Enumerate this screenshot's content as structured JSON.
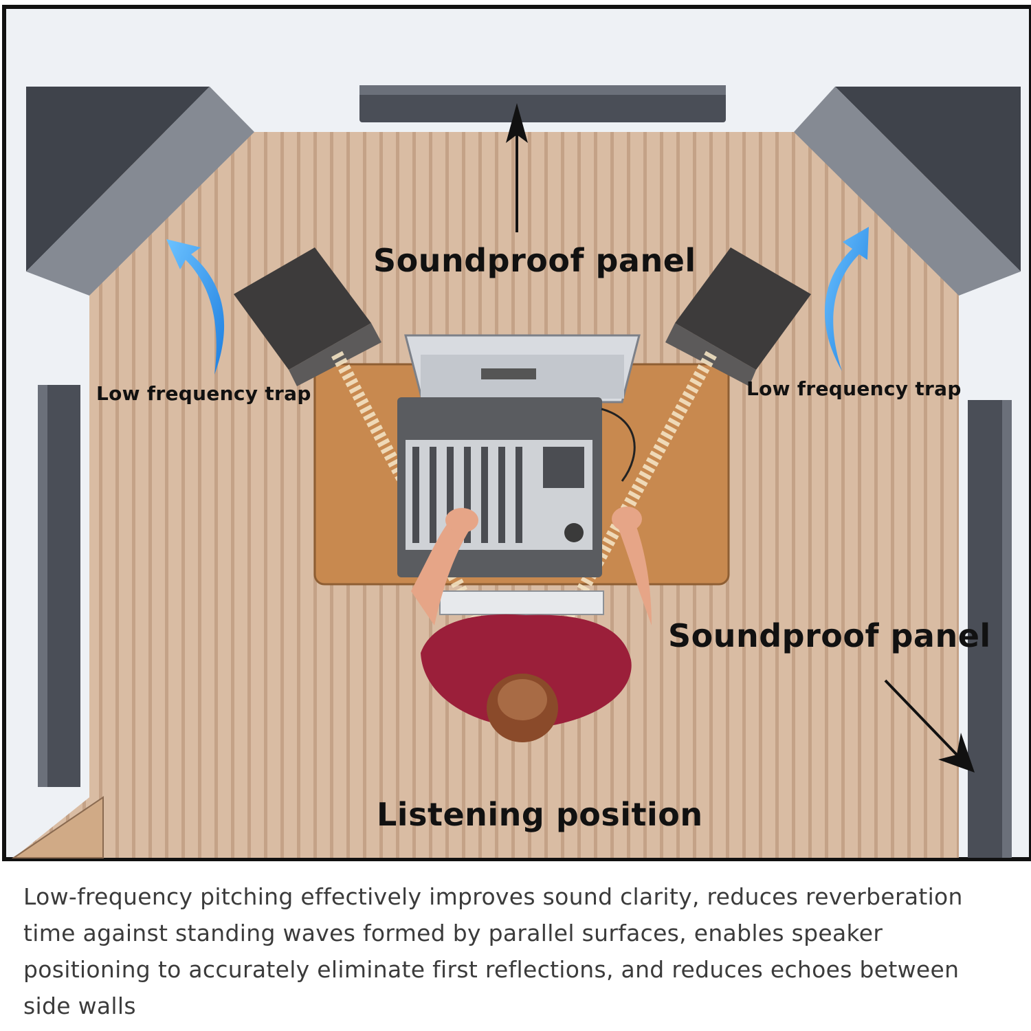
{
  "labels": {
    "top_panel": "Soundproof panel",
    "right_panel": "Soundproof panel",
    "left_trap": "Low frequency trap",
    "right_trap": "Low frequency trap",
    "listening": "Listening position"
  },
  "caption": "Low-frequency pitching effectively improves sound clarity, reduces reverberation time against standing waves formed by parallel surfaces, enables speaker positioning to accurately eliminate first reflections, and reduces echoes between side walls",
  "colors": {
    "floor": "#d9bca3",
    "floor_stripe": "#c4a287",
    "wall": "#eef1f5",
    "panel": "#4a4e57",
    "trap_arrow": "#2f8fe6",
    "desk": "#c8894f",
    "shirt": "#9b1f3a",
    "hair": "#8a4a2a",
    "text_dark": "#111111",
    "caption_text": "#3b3b3b"
  }
}
